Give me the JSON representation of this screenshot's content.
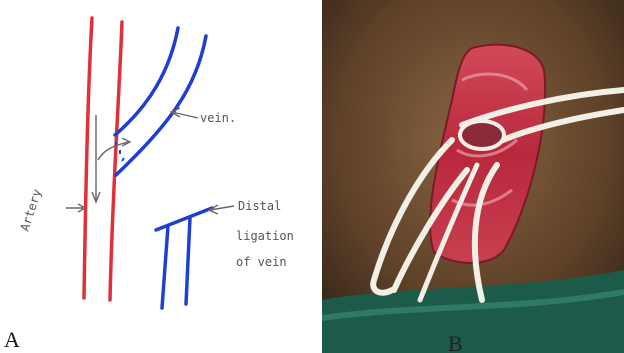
{
  "panel_a": {
    "letter": "A",
    "labels": {
      "vein": "vein.",
      "artery": "Artery",
      "distal_1": "Distal",
      "distal_2": "ligation",
      "distal_3": "of vein"
    },
    "colors": {
      "artery": "#e0303a",
      "vein": "#1f3fd0",
      "pencil": "#6b6560"
    }
  },
  "panel_b": {
    "letter": "B",
    "colors": {
      "skin": "#6a4a30",
      "tissue": "#c8324a",
      "loop": "#f2f0e6",
      "drape": "#1c5a4a"
    }
  }
}
